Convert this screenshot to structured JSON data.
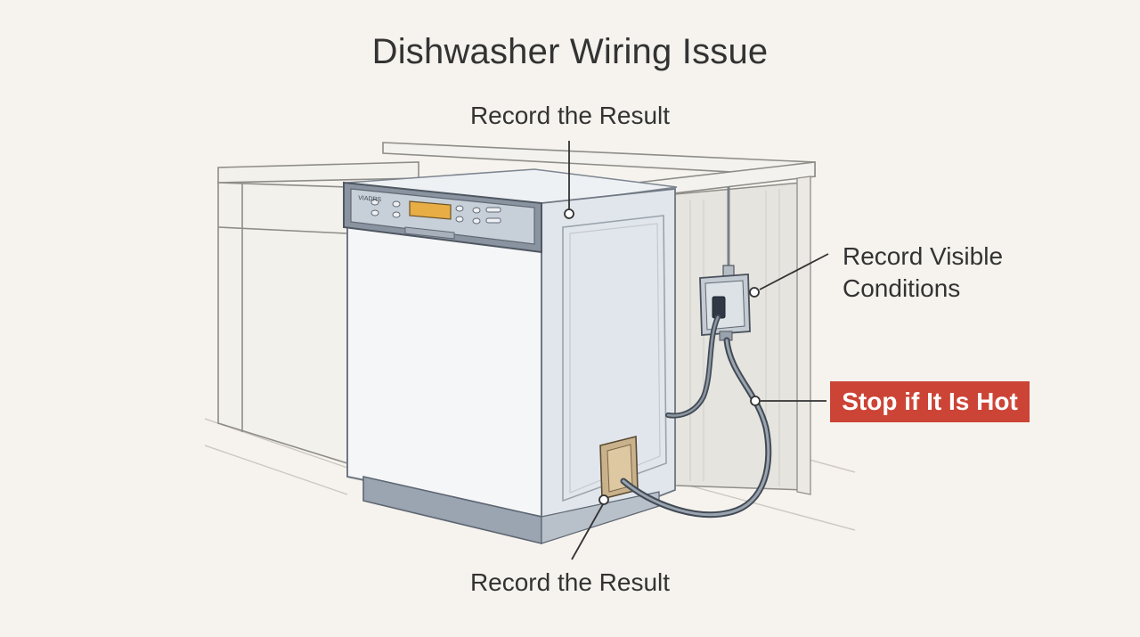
{
  "diagram": {
    "title": "Dishwasher Wiring Issue",
    "callouts": {
      "top": "Record the Result",
      "right_upper_line1": "Record Visible",
      "right_upper_line2": "Conditions",
      "warning": "Stop if It Is Hot",
      "bottom": "Record the Result"
    },
    "panel_brand": "VIADRS",
    "colors": {
      "background": "#f6f3ee",
      "warning_fill": "#cc4436",
      "display_amber": "#e8ad45",
      "appliance_body": "#e3e8ee",
      "panel_dark": "#6b7582"
    }
  }
}
